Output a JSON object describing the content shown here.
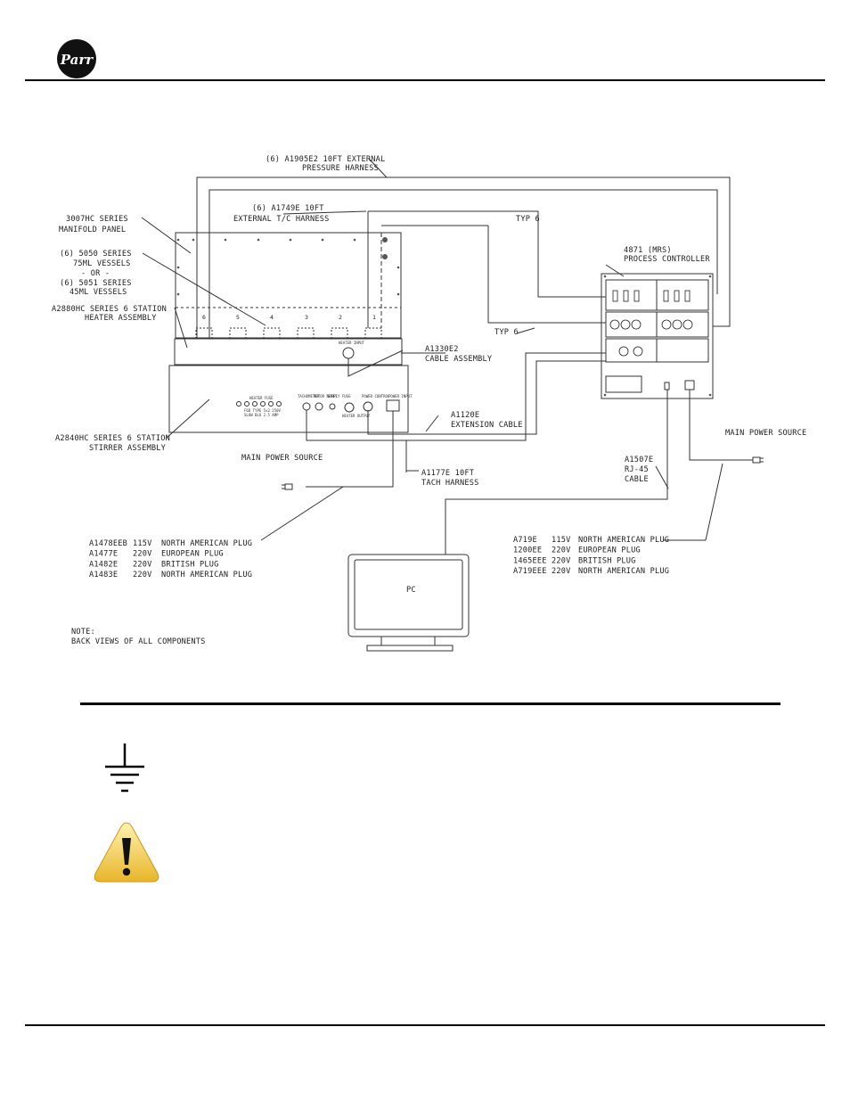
{
  "brand": {
    "logo_text": "Parr"
  },
  "diagram": {
    "labels": {
      "pressure_harness": [
        "(6) A1905E2 10FT EXTERNAL",
        "PRESSURE HARNESS"
      ],
      "tc_harness": [
        "(6) A1749E 10FT",
        "EXTERNAL T/C HARNESS"
      ],
      "typ6_top": "TYP 6",
      "typ6_mid": "TYP 6",
      "manifold": [
        "3007HC SERIES",
        "MANIFOLD PANEL"
      ],
      "vessels": [
        "(6) 5050 SERIES",
        "75ML VESSELS",
        "- OR -",
        "(6) 5051 SERIES",
        "45ML VESSELS"
      ],
      "heater": [
        "A2880HC SERIES 6 STATION",
        "HEATER ASSEMBLY"
      ],
      "controller": [
        "4871 (MRS)",
        "PROCESS CONTROLLER"
      ],
      "cable_assembly": [
        "A1330E2",
        "CABLE ASSEMBLY"
      ],
      "extension_cable": [
        "A1120E",
        "EXTENSION CABLE"
      ],
      "stirrer": [
        "A2840HC SERIES 6 STATION",
        "STIRRER ASSEMBLY"
      ],
      "main_power_left": "MAIN POWER SOURCE",
      "main_power_right": "MAIN POWER SOURCE",
      "tach_harness": [
        "A1177E 10FT",
        "TACH HARNESS"
      ],
      "rj45": [
        "A1507E",
        "RJ-45",
        "CABLE"
      ],
      "pc": "PC",
      "note": [
        "NOTE:",
        "BACK VIEWS OF ALL COMPONENTS"
      ],
      "station_numbers": [
        "6",
        "5",
        "4",
        "3",
        "2",
        "1"
      ],
      "heater_input": "HEATER INPUT",
      "stirrer_panel": [
        "HEATER FUSE",
        "F6D TYPE 5x2 250V",
        "SLOW BLO 2.5 AMP",
        "TACHOMETER",
        "MOTOR RESET",
        "SUPPLY FUSE",
        "POWER CONTROL",
        "HEATER OUTPUT",
        "POWER INPUT"
      ]
    },
    "cords_left": [
      [
        "A1478EEB",
        "115V",
        "NORTH AMERICAN PLUG"
      ],
      [
        "A1477E",
        "220V",
        "EUROPEAN PLUG"
      ],
      [
        "A1482E",
        "220V",
        "BRITISH PLUG"
      ],
      [
        "A1483E",
        "220V",
        "NORTH AMERICAN PLUG"
      ]
    ],
    "cords_right": [
      [
        "A719E",
        "115V",
        "NORTH AMERICAN PLUG"
      ],
      [
        "1200EE",
        "220V",
        "EUROPEAN PLUG"
      ],
      [
        "1465EEE",
        "220V",
        "BRITISH PLUG"
      ],
      [
        "A719EEE",
        "220V",
        "NORTH AMERICAN PLUG"
      ]
    ]
  },
  "icons": {
    "ground": "ground-symbol-icon",
    "warning": "warning-triangle-icon"
  }
}
